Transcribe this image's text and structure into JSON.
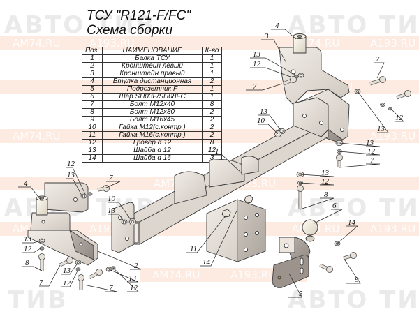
{
  "title": {
    "line1": "ТСУ \"R121-F/FC\"",
    "line2": "Схема сборки"
  },
  "parts_table": {
    "headers": [
      "Поз.",
      "НАИМЕНОВАНИЕ",
      "К-во"
    ],
    "rows": [
      {
        "pos": "1",
        "name": "Балка ТСУ",
        "qty": "1"
      },
      {
        "pos": "2",
        "name": "Кронштейн левый",
        "qty": "1"
      },
      {
        "pos": "3",
        "name": "Кронштейн правый",
        "qty": "1"
      },
      {
        "pos": "4",
        "name": "Втулка дистанционная",
        "qty": "2"
      },
      {
        "pos": "5",
        "name": "Подрозетник F",
        "qty": "1"
      },
      {
        "pos": "6",
        "name": "Шар SH03F/SH08FC",
        "qty": "1"
      },
      {
        "pos": "7",
        "name": "Болт M12x40",
        "qty": "8"
      },
      {
        "pos": "8",
        "name": "Болт M12x80",
        "qty": "2"
      },
      {
        "pos": "9",
        "name": "Болт M16x45",
        "qty": "2"
      },
      {
        "pos": "10",
        "name": "Гайка M12(с.контр.)",
        "qty": "2"
      },
      {
        "pos": "11",
        "name": "Гайка  M16(с.контр.)",
        "qty": "2"
      },
      {
        "pos": "12",
        "name": "Гровер d 12",
        "qty": "8"
      },
      {
        "pos": "13",
        "name": "Шайба d 12",
        "qty": "12"
      },
      {
        "pos": "14",
        "name": "Шайба d 16",
        "qty": "3"
      }
    ]
  },
  "callouts": [
    {
      "id": "c4-right",
      "label": "4"
    },
    {
      "id": "c3",
      "label": "3"
    },
    {
      "id": "c13-right-top",
      "label": "13"
    },
    {
      "id": "c12-right-top",
      "label": "12"
    },
    {
      "id": "c7-right-top",
      "label": "7"
    },
    {
      "id": "c7-far-right",
      "label": "7"
    },
    {
      "id": "c12-far-right",
      "label": "12"
    },
    {
      "id": "c13-far-right",
      "label": "13"
    },
    {
      "id": "c13-mid",
      "label": "13"
    },
    {
      "id": "c10-mid",
      "label": "10"
    },
    {
      "id": "c13-right-stack",
      "label": "13"
    },
    {
      "id": "c12-right-stack",
      "label": "12"
    },
    {
      "id": "c7-right-stack",
      "label": "7"
    },
    {
      "id": "c1",
      "label": "1"
    },
    {
      "id": "c13-lower-stack",
      "label": "13"
    },
    {
      "id": "c12-lower-stack",
      "label": "12"
    },
    {
      "id": "c8-right",
      "label": "8"
    },
    {
      "id": "c6",
      "label": "6"
    },
    {
      "id": "c14-right",
      "label": "14"
    },
    {
      "id": "c9",
      "label": "9"
    },
    {
      "id": "c5",
      "label": "5"
    },
    {
      "id": "c11",
      "label": "11"
    },
    {
      "id": "c14-center",
      "label": "14"
    },
    {
      "id": "c4-left",
      "label": "4"
    },
    {
      "id": "c12-left-top",
      "label": "12"
    },
    {
      "id": "c13-left-top",
      "label": "13"
    },
    {
      "id": "c7-left-top",
      "label": "7"
    },
    {
      "id": "c10-left",
      "label": "10"
    },
    {
      "id": "c13-left-mid",
      "label": "13"
    },
    {
      "id": "c2",
      "label": "2"
    },
    {
      "id": "c13-left-stack",
      "label": "13"
    },
    {
      "id": "c12-left-stack",
      "label": "12"
    },
    {
      "id": "c8-left",
      "label": "8"
    },
    {
      "id": "c7-left-a",
      "label": "7"
    },
    {
      "id": "c13-left-low",
      "label": "13"
    },
    {
      "id": "c12-left-low",
      "label": "12"
    },
    {
      "id": "c7-left-b",
      "label": "7"
    },
    {
      "id": "c13-bottom",
      "label": "13"
    },
    {
      "id": "c12-bottom",
      "label": "12"
    }
  ],
  "watermarks": {
    "logo": "АВТО  ТИВ",
    "site1": "AM74.RU",
    "site2": "A193.RU",
    "band_color": "#fbd9c6",
    "logo_accent": "#f7b58c"
  }
}
